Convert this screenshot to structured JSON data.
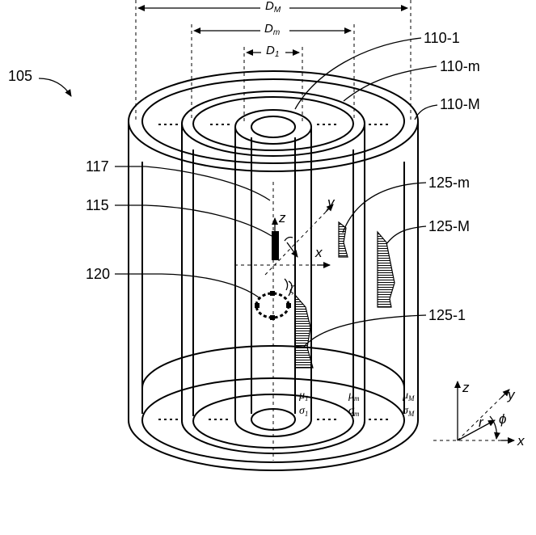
{
  "figure": {
    "ref_main": "105",
    "dims": {
      "dM": "D",
      "dM_sub": "M",
      "dm": "D",
      "dm_sub": "m",
      "d1": "D",
      "d1_sub": "1"
    },
    "labels": {
      "l110_1": "110-1",
      "l110_m": "110-m",
      "l110_M": "110-M",
      "l117": "117",
      "l115": "115",
      "l120": "120",
      "l125_m": "125-m",
      "l125_M": "125-M",
      "l125_1": "125-1"
    },
    "axes_local": {
      "z": "z",
      "y": "y",
      "x": "x",
      "zeta": "ζ"
    },
    "materials": {
      "mu1": "μ",
      "mu1_sub": "1",
      "sig1": "σ",
      "sig1_sub": "1",
      "mum": "μ",
      "mum_sub": "m",
      "sigm": "σ",
      "sigm_sub": "m",
      "muM": "μ",
      "muM_sub": "M",
      "sigM": "σ",
      "sigM_sub": "M"
    },
    "coord_axes": {
      "z": "z",
      "y": "y",
      "x": "x",
      "r": "r",
      "phi": "ϕ"
    }
  }
}
